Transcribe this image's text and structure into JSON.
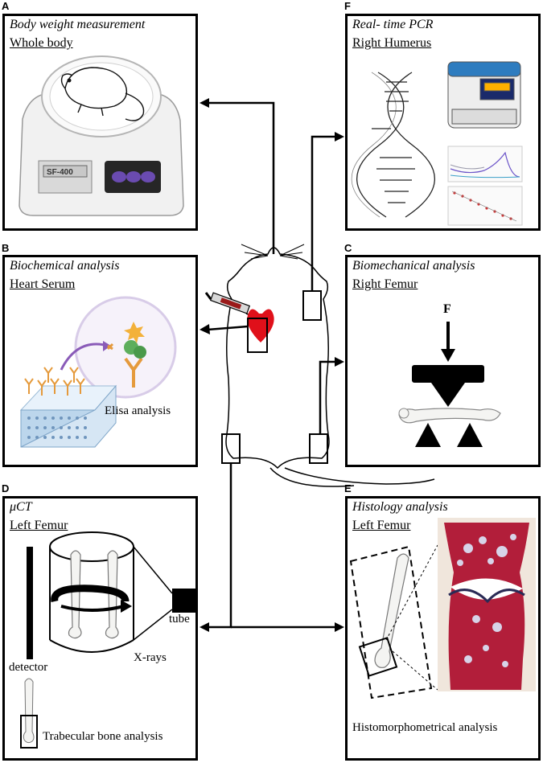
{
  "panels": {
    "A": {
      "letter": "A",
      "title": "Body weight measurement",
      "subtitle": "Whole body",
      "scale_display": "SF-400"
    },
    "F": {
      "letter": "F",
      "title": "Real- time PCR",
      "subtitle": "Right Humerus"
    },
    "B": {
      "letter": "B",
      "title": "Biochemical analysis",
      "subtitle": "Heart Serum",
      "caption": "Elisa analysis"
    },
    "C": {
      "letter": "C",
      "title": "Biomechanical analysis",
      "subtitle": "Right Femur",
      "force_label": "F"
    },
    "D": {
      "letter": "D",
      "title": "μCT",
      "subtitle": "Left Femur",
      "tube_label": "tube",
      "xray_label": "X-rays",
      "detector_label": "detector",
      "caption": "Trabecular bone analysis"
    },
    "E": {
      "letter": "E",
      "title": "Histology analysis",
      "subtitle": "Left Femur",
      "caption": "Histomorphometrical analysis"
    }
  },
  "colors": {
    "heart": "#e0101a",
    "histology_stain": "#b21e3a",
    "elisa_plate": "#bcd6ec",
    "antibody": "#e59a3c",
    "antigen": "#5dae5c"
  }
}
